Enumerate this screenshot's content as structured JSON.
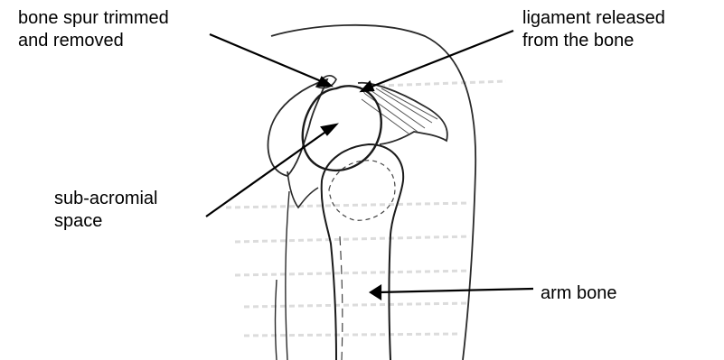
{
  "labels": {
    "bone_spur": {
      "line1": "bone spur trimmed",
      "line2": "and removed"
    },
    "ligament": {
      "line1": "ligament released",
      "line2": "from the bone"
    },
    "subacromial": {
      "line1": "sub-acromial",
      "line2": "space"
    },
    "arm_bone": {
      "line1": "arm bone"
    }
  },
  "colors": {
    "ink": "#000000",
    "sketch": "#2a2a2a",
    "faint": "#d8d8d8",
    "background": "#ffffff"
  }
}
